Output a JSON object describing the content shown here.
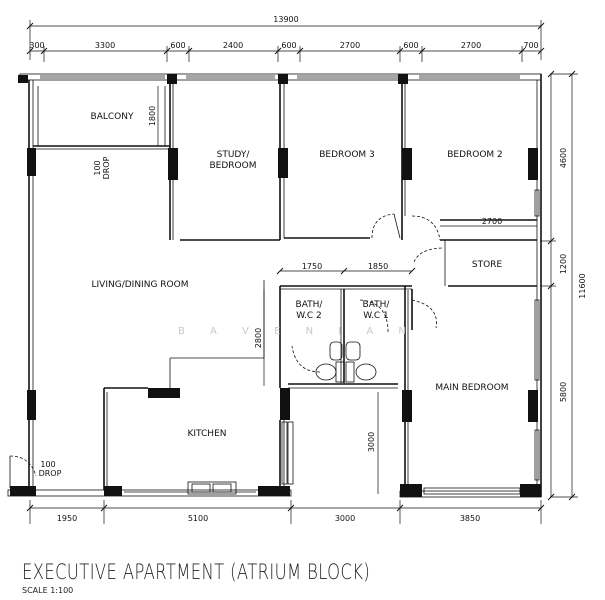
{
  "title": "EXECUTIVE APARTMENT  (ATRIUM BLOCK)",
  "scale": "SCALE   1:100",
  "watermark": "B A V E N   I A N",
  "rooms": {
    "balcony": "BALCONY",
    "study_line1": "STUDY/",
    "study_line2": "BEDROOM",
    "bedroom3": "BEDROOM 3",
    "bedroom2": "BEDROOM 2",
    "living": "LIVING/DINING ROOM",
    "store": "STORE",
    "bath2_line1": "BATH/",
    "bath2_line2": "W.C 2",
    "bath1_line1": "BATH/",
    "bath1_line2": "W.C 1",
    "main_bedroom": "MAIN BEDROOM",
    "kitchen": "KITCHEN",
    "drop_top_1": "100",
    "drop_top_2": "DROP",
    "drop_bottom_1": "100",
    "drop_bottom_2": "DROP"
  },
  "dims": {
    "overall_width": "13900",
    "top": [
      "300",
      "3300",
      "600",
      "2400",
      "600",
      "2700",
      "600",
      "2700",
      "700"
    ],
    "bottom": [
      "1950",
      "5100",
      "3000",
      "3850"
    ],
    "right_overall": "11600",
    "right": [
      "4600",
      "1200",
      "5800"
    ],
    "balcony_depth": "1800",
    "store_width": "2700",
    "bath_widths": [
      "1750",
      "1850"
    ],
    "bath_depth": "2800",
    "corridor": "3000"
  }
}
